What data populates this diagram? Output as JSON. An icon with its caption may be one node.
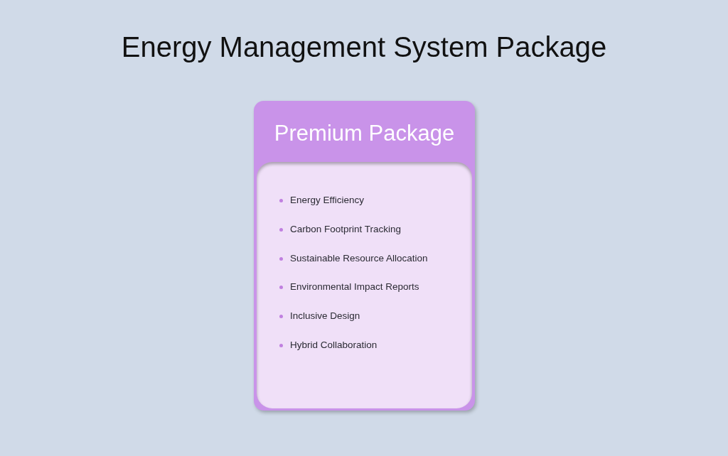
{
  "diagram": {
    "title": "Energy Management System Package",
    "nodes": [
      {
        "text": [
          "Premium Package"
        ]
      },
      {
        "text": [
          "Energy Efficiency",
          "Carbon Footprint Tracking",
          "Sustainable Resource Allocation",
          "Environmental Impact Reports",
          "Inclusive Design",
          "Hybrid Collaboration"
        ],
        "in": 0
      }
    ]
  }
}
